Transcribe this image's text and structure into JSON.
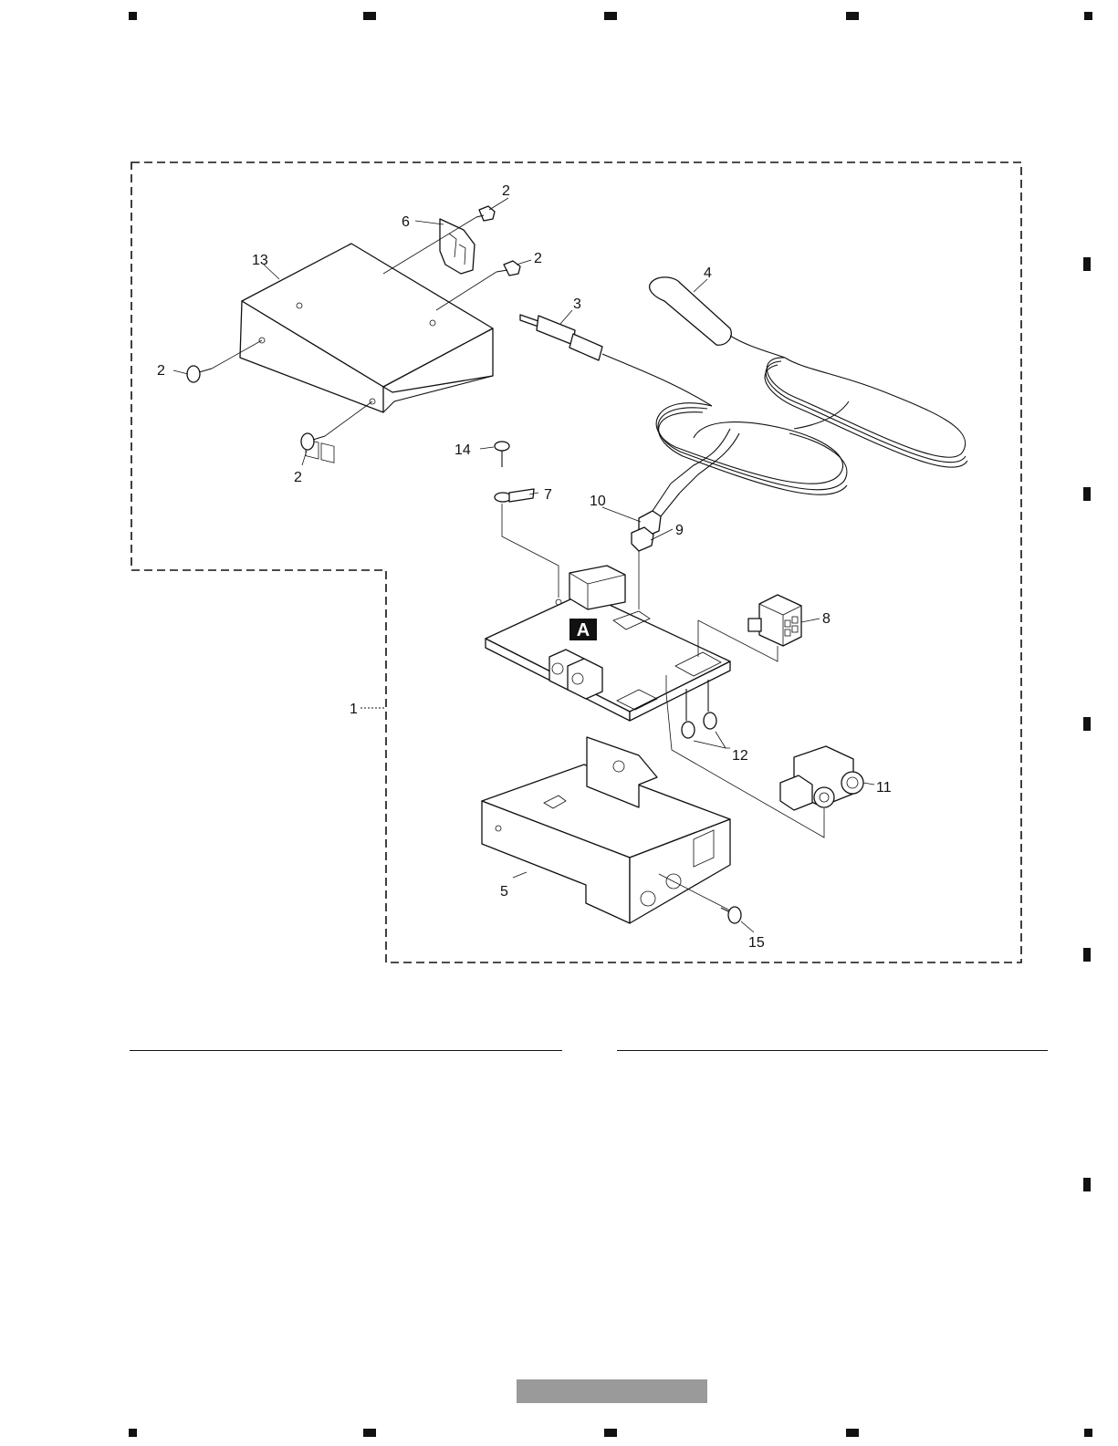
{
  "diagram": {
    "section_badge": "A",
    "callouts": [
      "1",
      "2",
      "2",
      "2",
      "2",
      "3",
      "4",
      "5",
      "6",
      "7",
      "8",
      "9",
      "10",
      "11",
      "12",
      "13",
      "14",
      "15"
    ],
    "parts": [
      {
        "id": "1",
        "name": "assembly-boundary"
      },
      {
        "id": "2",
        "name": "screw"
      },
      {
        "id": "3",
        "name": "antenna-plug-cable"
      },
      {
        "id": "4",
        "name": "antenna-cable"
      },
      {
        "id": "5",
        "name": "chassis"
      },
      {
        "id": "6",
        "name": "bracket"
      },
      {
        "id": "7",
        "name": "washer-lug"
      },
      {
        "id": "8",
        "name": "connector"
      },
      {
        "id": "9",
        "name": "holder"
      },
      {
        "id": "10",
        "name": "holder"
      },
      {
        "id": "11",
        "name": "jack"
      },
      {
        "id": "12",
        "name": "screw"
      },
      {
        "id": "13",
        "name": "cover"
      },
      {
        "id": "14",
        "name": "screw"
      },
      {
        "id": "15",
        "name": "screw"
      }
    ]
  },
  "colors": {
    "ink": "#111111",
    "footer_bar": "#9a9a9a"
  }
}
